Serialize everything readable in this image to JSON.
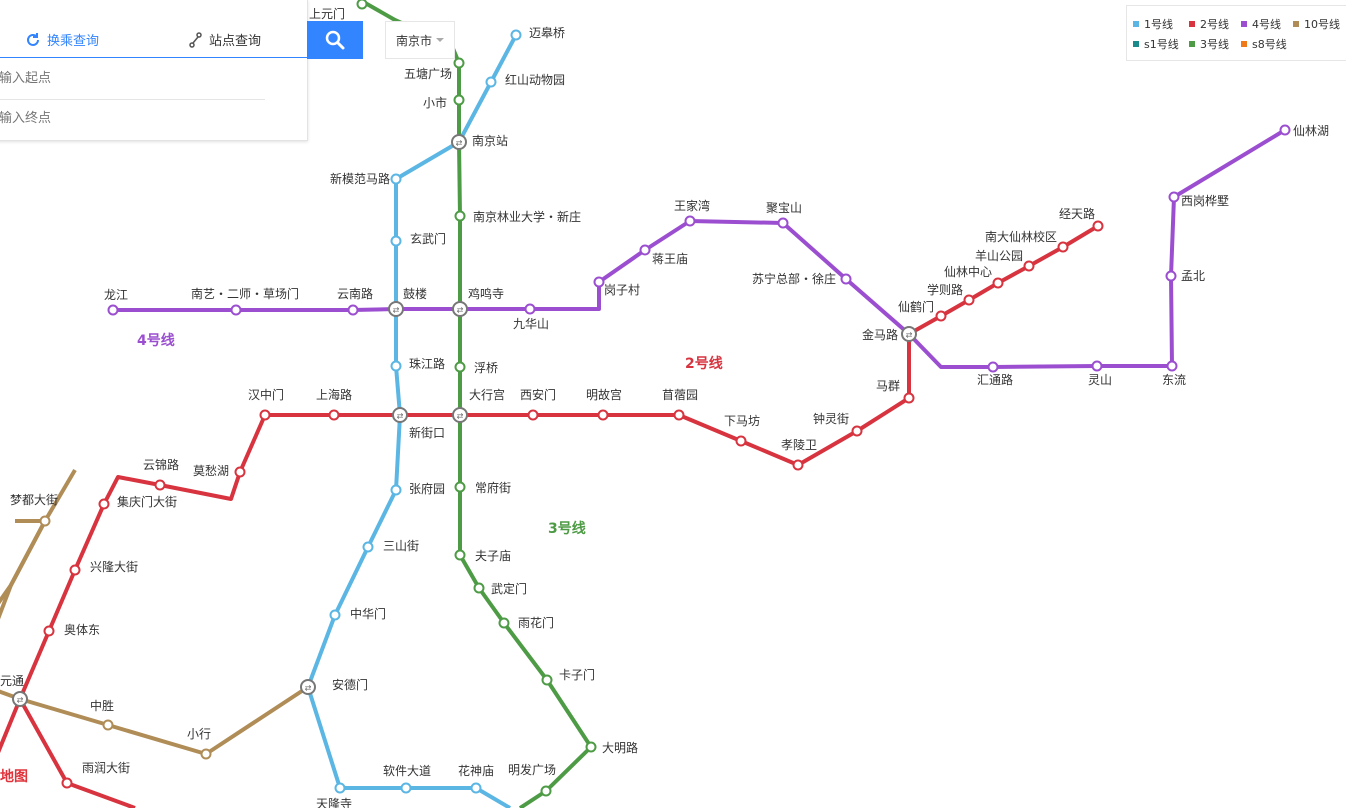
{
  "search": {
    "tabs": [
      {
        "label": "换乘查询",
        "active": true
      },
      {
        "label": "站点查询",
        "active": false
      }
    ],
    "start_placeholder": "输入起点",
    "end_placeholder": "输入终点",
    "city": "南京市"
  },
  "legend": [
    {
      "label": "1号线",
      "color": "#5bb6e4"
    },
    {
      "label": "2号线",
      "color": "#d7343f"
    },
    {
      "label": "4号线",
      "color": "#9b4fd0"
    },
    {
      "label": "10号线",
      "color": "#b08d57"
    },
    {
      "label": "s1号线",
      "color": "#1b8a8a"
    },
    {
      "label": "3号线",
      "color": "#4e9b46"
    },
    {
      "label": "s8号线",
      "color": "#f07a1a"
    }
  ],
  "line_labels": [
    {
      "text": "4号线",
      "color": "#9b4fd0"
    },
    {
      "text": "2号线",
      "color": "#d7343f"
    },
    {
      "text": "3号线",
      "color": "#4e9b46"
    }
  ],
  "brand_text": "地图",
  "stations": [
    "上元门",
    "迈皋桥",
    "五塘广场",
    "红山动物园",
    "小市",
    "南京站",
    "新模范马路",
    "南京林业大学・新庄",
    "玄武门",
    "王家湾",
    "聚宝山",
    "岗子村",
    "蒋王庙",
    "苏宁总部・徐庄",
    "经天路",
    "南大仙林校区",
    "羊山公园",
    "仙林中心",
    "学则路",
    "仙鹤门",
    "金马路",
    "仙林湖",
    "西岗桦墅",
    "孟北",
    "龙江",
    "南艺・二师・草场门",
    "云南路",
    "鼓楼",
    "鸡鸣寺",
    "九华山",
    "汇通路",
    "灵山",
    "东流",
    "珠江路",
    "浮桥",
    "汉中门",
    "上海路",
    "大行宫",
    "西安门",
    "明故宫",
    "苜蓿园",
    "下马坊",
    "钟灵街",
    "马群",
    "孝陵卫",
    "新街口",
    "常府街",
    "张府园",
    "三山街",
    "云锦路",
    "莫愁湖",
    "集庆门大街",
    "梦都大街",
    "兴隆大街",
    "夫子庙",
    "武定门",
    "中华门",
    "雨花门",
    "奥体东",
    "卡子门",
    "安德门",
    "元通",
    "中胜",
    "小行",
    "大明路",
    "软件大道",
    "花神庙",
    "明发广场",
    "雨润大街",
    "天隆寺"
  ]
}
